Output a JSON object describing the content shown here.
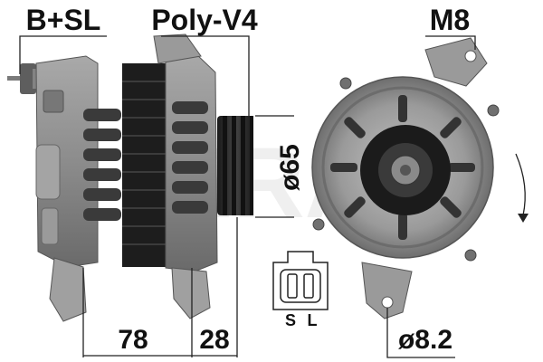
{
  "labels": {
    "terminal": "B+SL",
    "pulley": "Poly-V4",
    "mount_thread": "M8",
    "pulley_diameter": "ø65",
    "length_body": "78",
    "length_pulley": "28",
    "hole_diameter": "ø8.2",
    "pin_s": "S",
    "pin_l": "L",
    "watermark": "ERA"
  },
  "colors": {
    "housing": "#8f8f8f",
    "housing_dark": "#5a5a5a",
    "housing_light": "#b8b8b8",
    "stator": "#1d1d1d",
    "pulley": "#2a2a2a",
    "line": "#222222"
  }
}
